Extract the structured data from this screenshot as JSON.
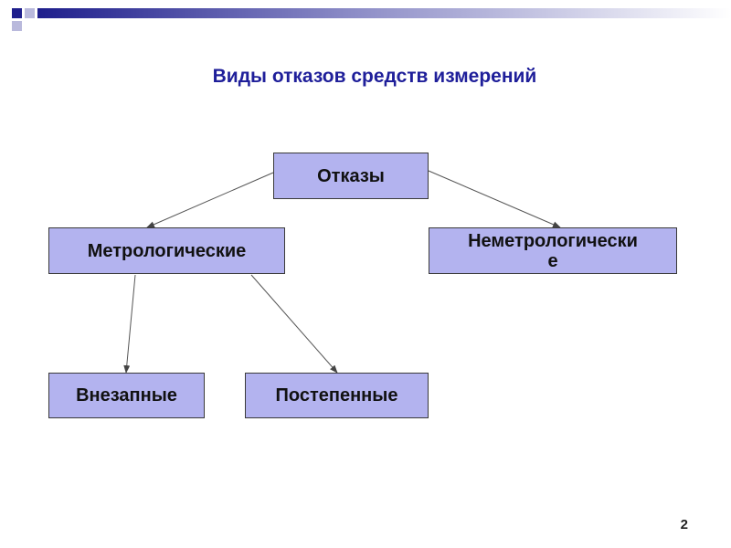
{
  "slide": {
    "title": "Виды отказов средств измерений",
    "page_number": "2"
  },
  "diagram": {
    "nodes": {
      "root": "Отказы",
      "metrological": "Метрологические",
      "non_metrological": "Неметрологически\nе",
      "sudden": "Внезапные",
      "gradual": "Постепенные"
    },
    "edges": [
      [
        "root",
        "metrological"
      ],
      [
        "root",
        "non_metrological"
      ],
      [
        "metrological",
        "sudden"
      ],
      [
        "metrological",
        "gradual"
      ]
    ]
  },
  "colors": {
    "node_fill": "#b3b3ef",
    "title": "#1f1f9a",
    "header_accent": "#1e1e8c"
  }
}
